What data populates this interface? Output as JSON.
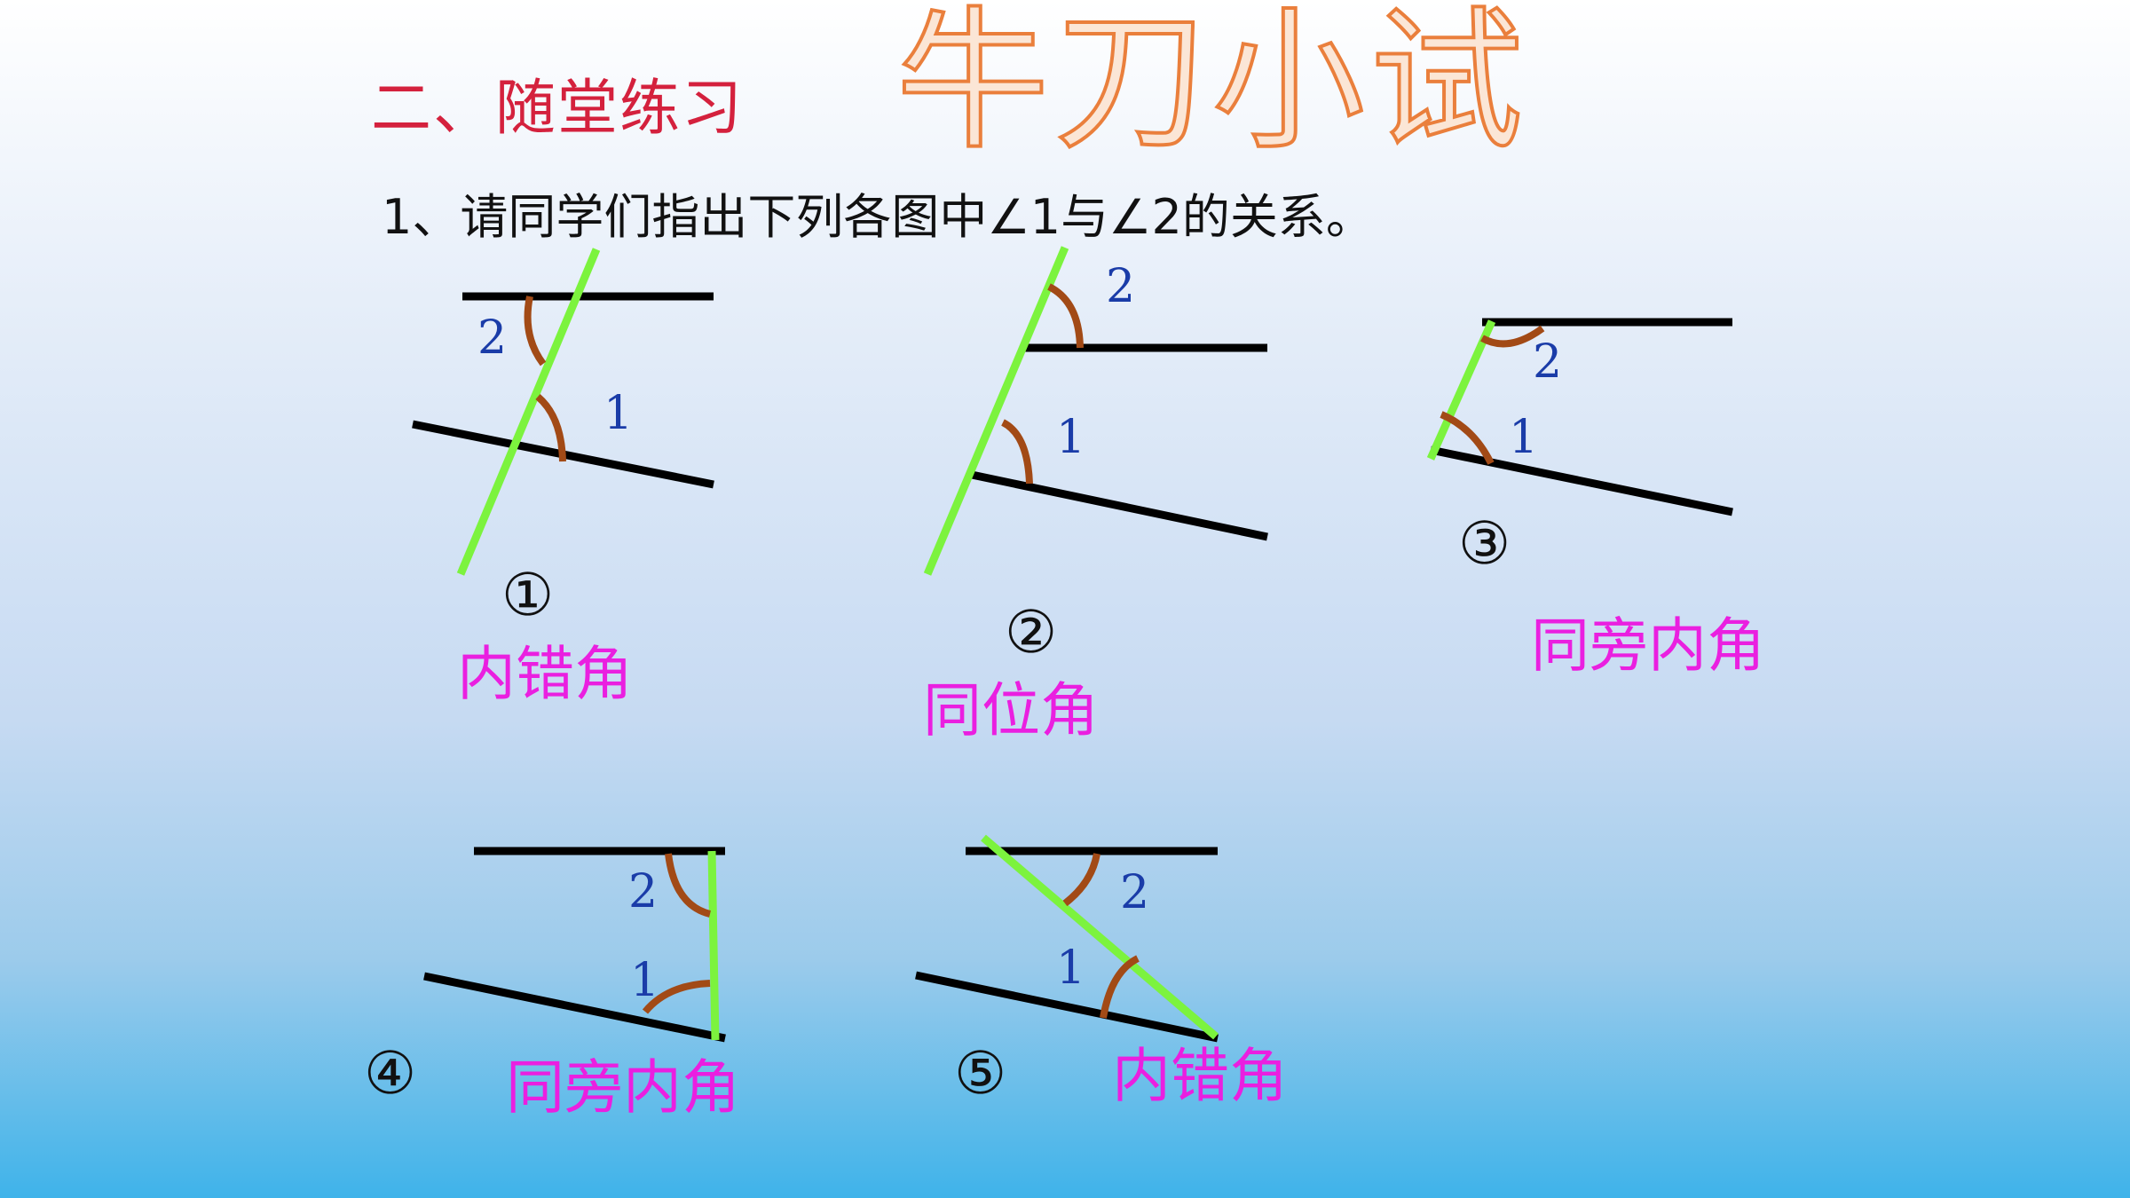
{
  "section_title": "二、随堂练习",
  "headline": "牛刀小试",
  "question": "1、请同学们指出下列各图中∠1与∠2的关系。",
  "colors": {
    "parallel_line": "#000000",
    "transversal": "#7cf33e",
    "angle_arc": "#a24a16",
    "angle_number": "#1a3ca8",
    "answer": "#ea1fe0",
    "section_title": "#d4213d",
    "headline_stroke": "#ea7f3c"
  },
  "figures": [
    {
      "index_label": "①",
      "angle1_label": "1",
      "angle2_label": "2",
      "answer": "内错角"
    },
    {
      "index_label": "②",
      "angle1_label": "1",
      "angle2_label": "2",
      "answer": "同位角"
    },
    {
      "index_label": "③",
      "angle1_label": "1",
      "angle2_label": "2",
      "answer": "同旁内角"
    },
    {
      "index_label": "④",
      "angle1_label": "1",
      "angle2_label": "2",
      "answer": "同旁内角"
    },
    {
      "index_label": "⑤",
      "angle1_label": "1",
      "angle2_label": "2",
      "answer": "内错角"
    }
  ]
}
